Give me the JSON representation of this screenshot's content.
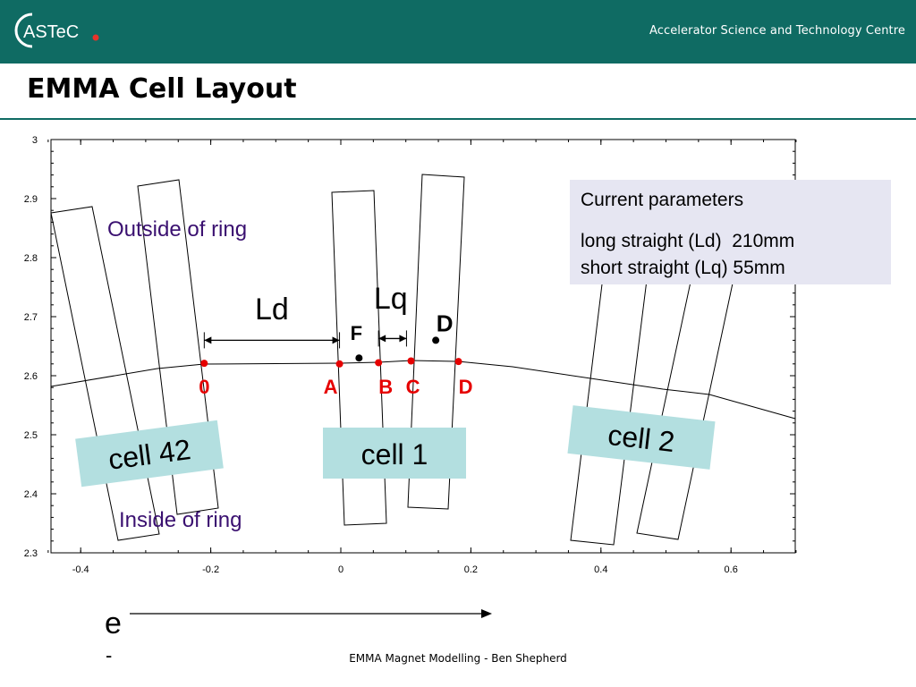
{
  "header": {
    "logo_text": "ASTeC",
    "org_name": "Accelerator Science and Technology Centre"
  },
  "slide": {
    "title": "EMMA Cell Layout",
    "footer": "EMMA Magnet Modelling - Ben Shepherd"
  },
  "colors": {
    "header": "#0f6b63",
    "cell_box": "#b3dfe0",
    "params_box": "#e6e6f2",
    "point": "#e60000",
    "region_text": "#3a1070"
  },
  "chart_data": {
    "type": "scatter",
    "xlim": [
      -0.45,
      0.7
    ],
    "ylim": [
      2.3,
      3.0
    ],
    "x_ticks": [
      "-0.4",
      "-0.2",
      "0",
      "0.2",
      "0.4",
      "0.6"
    ],
    "y_ticks": [
      "2.3",
      "2.4",
      "2.5",
      "2.6",
      "2.7",
      "2.8",
      "2.9",
      "3"
    ],
    "grid": false,
    "orbit_points": [
      {
        "label": "0",
        "x": -0.21,
        "y": 2.621
      },
      {
        "label": "A",
        "x": -0.002,
        "y": 2.62
      },
      {
        "label": "B",
        "x": 0.058,
        "y": 2.622
      },
      {
        "label": "C",
        "x": 0.108,
        "y": 2.625
      },
      {
        "label": "D",
        "x": 0.181,
        "y": 2.624
      }
    ],
    "magnet_markers": [
      {
        "label": "F",
        "x": 0.028,
        "y": 2.63
      },
      {
        "label": "D",
        "x": 0.146,
        "y": 2.66
      }
    ],
    "dimensions": [
      {
        "label": "Ld",
        "from": -0.21,
        "to": -0.002,
        "y": 2.66
      },
      {
        "label": "Lq",
        "from": 0.058,
        "to": 0.101,
        "y": 2.663
      }
    ],
    "region_labels": [
      "Outside of ring",
      "Inside of ring"
    ],
    "cell_labels": [
      "cell 42",
      "cell 1",
      "cell 2"
    ],
    "parameters": {
      "heading": "Current parameters",
      "lines": [
        "long straight (Ld)  210mm",
        "short straight (Lq) 55mm"
      ]
    },
    "beam_label": "e",
    "beam_charge": "-"
  }
}
